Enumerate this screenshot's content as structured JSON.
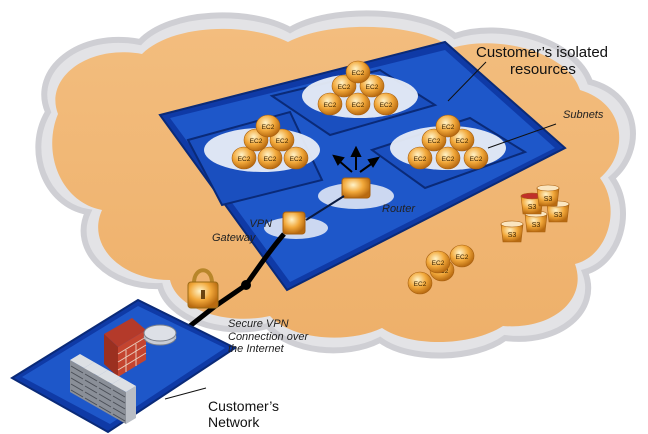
{
  "labels": {
    "isolated_line1": "Customer’s isolated",
    "isolated_line2": "resources",
    "subnets": "Subnets",
    "router": "Router",
    "vpn_gw_line1": "VPN",
    "vpn_gw_line2": "Gateway",
    "secure_line1": "Secure VPN",
    "secure_line2": "Connection over",
    "secure_line3": "the Internet",
    "network_line1": "Customer’s",
    "network_line2": "Network"
  },
  "node_text": {
    "ec2": "EC2",
    "s3": "S3"
  },
  "colors": {
    "cloud_fill": "#f1b877",
    "cloud_edge": "#dfe0e2",
    "vpc_blue": "#1e57c9",
    "vpc_dark": "#0a2a78",
    "ec2_gold": "#f0a030",
    "vpn_line": "#000000"
  },
  "icons": [
    "cloud-icon",
    "ec2-instance-icon",
    "s3-bucket-icon",
    "router-icon",
    "vpn-gateway-icon",
    "padlock-icon",
    "firewall-icon",
    "server-rack-icon"
  ]
}
